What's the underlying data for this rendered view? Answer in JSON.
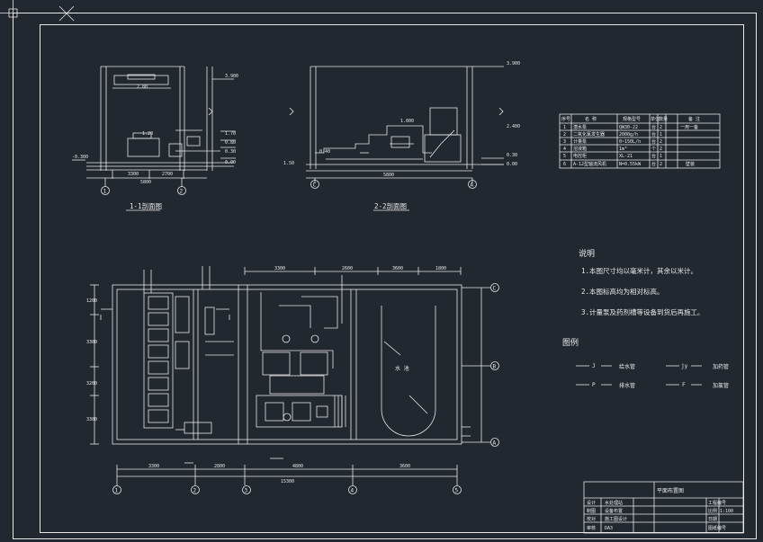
{
  "drawing": {
    "title_1_1": "1-1剖面图",
    "title_2_2": "2-2剖面图",
    "axis_labels_top_left": [
      "1",
      "2"
    ],
    "axis_labels_top_right": [
      "C",
      "A"
    ],
    "axis_labels_plan_bottom": [
      "1",
      "2",
      "3",
      "4",
      "5"
    ],
    "axis_labels_plan_right": [
      "C",
      "B",
      "A"
    ],
    "dims_plan_top": [
      "3300",
      "2600",
      "3600",
      "1800"
    ],
    "dims_plan_bottom": [
      "3300",
      "2800",
      "4800",
      "3600"
    ],
    "dim_plan_total": "15300",
    "dims_plan_left": [
      "1200",
      "3300",
      "3200",
      "3300"
    ],
    "dims_section_1": [
      "3300",
      "2700",
      "5800"
    ],
    "dims_section_2": [
      "5800"
    ],
    "room_labels": [
      "水 池"
    ]
  },
  "notes": {
    "heading": "说明",
    "items": [
      "1.本图尺寸均以毫米计，其余以米计。",
      "2.本图标高均为相对标高。",
      "3.计量泵及药剂槽等设备到货后再施工。"
    ]
  },
  "legend": {
    "heading": "图例",
    "items": [
      {
        "mark": "J",
        "label": "给水管"
      },
      {
        "mark": "jy",
        "label": "加药管"
      },
      {
        "mark": "P",
        "label": "排水管"
      },
      {
        "mark": "F",
        "label": "加氯管"
      }
    ]
  },
  "equipment_table": {
    "headers": [
      "序号",
      "名 称",
      "规格型号",
      "单位",
      "数量",
      "备 注"
    ],
    "rows": [
      [
        "1",
        "潜水泵",
        "QW30-22",
        "台",
        "2",
        "一用一备"
      ],
      [
        "2",
        "二氧化氯发生器",
        "2000g/h",
        "台",
        "1",
        ""
      ],
      [
        "3",
        "计量泵",
        "0~150L/h",
        "台",
        "2",
        ""
      ],
      [
        "4",
        "溶液箱",
        "1m³",
        "个",
        "2",
        ""
      ],
      [
        "5",
        "电控柜",
        "XL-21",
        "台",
        "1",
        ""
      ],
      [
        "6",
        "A-12型轴流风机",
        "N=0.55kW",
        "台",
        "2",
        "壁装"
      ]
    ]
  },
  "title_block": {
    "drawing_name": "平面布置图",
    "rows": [
      {
        "label": "设计",
        "value": "水处理站"
      },
      {
        "label": "制图",
        "value": "设备布置"
      },
      {
        "label": "校对",
        "value": "施工图设计"
      },
      {
        "label": "审核",
        "value": "DA3"
      }
    ],
    "right_rows": [
      "工程编号",
      "比例 1:100",
      "日期",
      "图纸编号"
    ]
  }
}
